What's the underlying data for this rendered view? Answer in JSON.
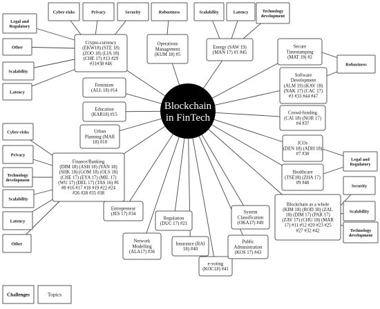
{
  "center": {
    "lines": [
      "Blockchain",
      "in FinTech"
    ]
  },
  "legend": {
    "challenges_label": "Challenges",
    "topics_label": "Topics"
  },
  "topics": {
    "crypto": {
      "lines": [
        "Crypto-currency",
        "(EKW18) (STE 18)",
        "(ZOO 18) (LIA 18)",
        "(CHE 17) #13 #29",
        "#31#38 #46"
      ]
    },
    "operations": {
      "lines": [
        "Operations",
        "Management",
        "(KUM 18) #5"
      ]
    },
    "energy": {
      "lines": [
        "Energy (SAW 19)",
        "(MAN 17) #1 #45"
      ]
    },
    "secure_timestamping": {
      "lines": [
        "Secure",
        "Timestamping",
        "(MAT 19) #2"
      ]
    },
    "software_dev": {
      "lines": [
        "Software",
        "Development",
        "(ALM 19) (KAV 18)",
        "(NAK 17) (CAC 17)",
        "#3 #33 #44 #47"
      ]
    },
    "crowdfunding": {
      "lines": [
        "Crowd-funding",
        "(CAI 18) (NOR 17)",
        "#4 #37"
      ]
    },
    "icos": {
      "lines": [
        "ICOs",
        "(DEN 18) (ADH 18)",
        "#7 #30"
      ]
    },
    "healthcare": {
      "lines": [
        "Healthcare",
        "(TSE18) (ZHA 17)",
        "#9 #48"
      ]
    },
    "blockchain_whole": {
      "lines": [
        "Blockchain as a whole",
        "(KIM 18) (ROD 18) (ZAL",
        "18) (DIM 17) (PAR 17)",
        "(ZAV 17) (CHU 18) (MAR",
        "17) #11 #12 #20 #23 #25",
        "#27 #32 #42"
      ]
    },
    "feminism": {
      "lines": [
        "Feminism",
        "(ALL 18) #14"
      ]
    },
    "education": {
      "lines": [
        "Education",
        "(KAR18) #15"
      ]
    },
    "urban_planning": {
      "lines": [
        "Urban",
        "Planning (MAR",
        "18) #10"
      ]
    },
    "finance_banking": {
      "lines": [
        "Finance/Banking",
        "(DIM 18) (ASH 18) (YAN 18)",
        "(SHK 18) (GOM 18) (OLS 18)",
        "(CHE 17) (EYA 17) (MIL 17)",
        "(WU 17) (DEL 17) (TAS 16) #6",
        "#8 #16 #17 #18 #19 #22 #24",
        "#26 #28 #35 #38"
      ]
    },
    "entrepreneur": {
      "lines": [
        "Entrepreneur",
        "(JES 17) #34"
      ]
    },
    "regulation": {
      "lines": [
        "Regulation",
        "(DUC 17) #21"
      ]
    },
    "network_modelling": {
      "lines": [
        "Network",
        "Modelling",
        "(ALA17) #36"
      ]
    },
    "insurance": {
      "lines": [
        "Insurance (RAI",
        "18) #40"
      ]
    },
    "evoting": {
      "lines": [
        "e-voting",
        "(KOC18) #41"
      ]
    },
    "public_admin": {
      "lines": [
        "Public",
        "Administration",
        "(KOS 17) #43"
      ]
    },
    "system_class": {
      "lines": [
        "System",
        "Classification",
        "(OKA17) #49"
      ]
    }
  },
  "challenges": {
    "crypto": [
      {
        "lines": [
          "Cyber-risks"
        ]
      },
      {
        "lines": [
          "Privacy"
        ]
      },
      {
        "lines": [
          "Security"
        ]
      },
      {
        "lines": [
          "Legal and",
          "Regulatory"
        ]
      },
      {
        "lines": [
          "Other"
        ]
      },
      {
        "lines": [
          "Scalability"
        ]
      },
      {
        "lines": [
          "Latency"
        ]
      }
    ],
    "operations": [
      {
        "lines": [
          "Robustness"
        ]
      }
    ],
    "energy": [
      {
        "lines": [
          "Scalability"
        ]
      },
      {
        "lines": [
          "Latency"
        ]
      },
      {
        "lines": [
          "Technology",
          "development"
        ]
      }
    ],
    "software_dev": [
      {
        "lines": [
          "Robustness"
        ]
      }
    ],
    "healthcare": [
      {
        "lines": [
          "Legal and",
          "Regulatory"
        ]
      }
    ],
    "blockchain_whole": [
      {
        "lines": [
          "Security"
        ]
      },
      {
        "lines": [
          "Scalability"
        ]
      },
      {
        "lines": [
          "Technology",
          "development"
        ]
      }
    ],
    "finance_banking": [
      {
        "lines": [
          "Cyber-risks"
        ]
      },
      {
        "lines": [
          "Privacy"
        ]
      },
      {
        "lines": [
          "Technology",
          "development"
        ]
      },
      {
        "lines": [
          "Scalability"
        ]
      },
      {
        "lines": [
          "Latency"
        ]
      },
      {
        "lines": [
          "Other"
        ]
      }
    ]
  }
}
